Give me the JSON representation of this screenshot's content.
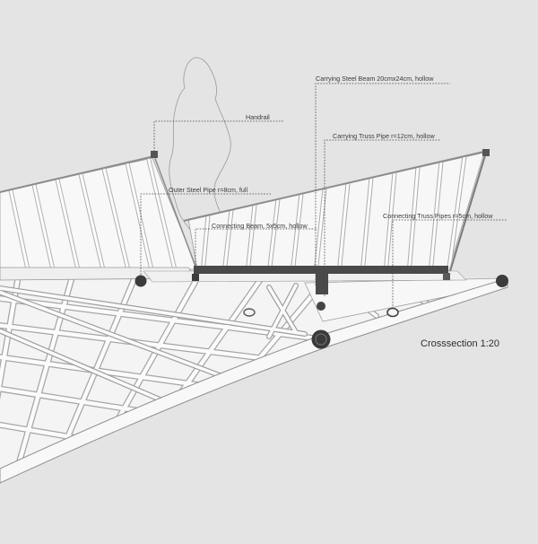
{
  "diagram": {
    "title": "Crosssection 1:20",
    "labels": {
      "handrail": "Handrail",
      "outer_steel_pipe": "Outer Steel Pipe  r=8cm, full",
      "connecting_beam": "Connecting Beam, 5x5cm, hollow",
      "carrying_steel_beam": "Carrying Steel Beam 20cmx24cm, hollow",
      "carrying_truss_pipe": "Carrying Truss Pipe r=12cm, hollow",
      "connecting_truss_pipes": "Connecting Truss Pipes r=5cm, hollow"
    }
  },
  "colors": {
    "background": "#e4e4e4",
    "structure_fill": "#f6f6f6",
    "structure_stroke": "#9a9a9a",
    "beam": "#4a4a4a",
    "node": "#3c3c3c",
    "leader": "#444444"
  }
}
